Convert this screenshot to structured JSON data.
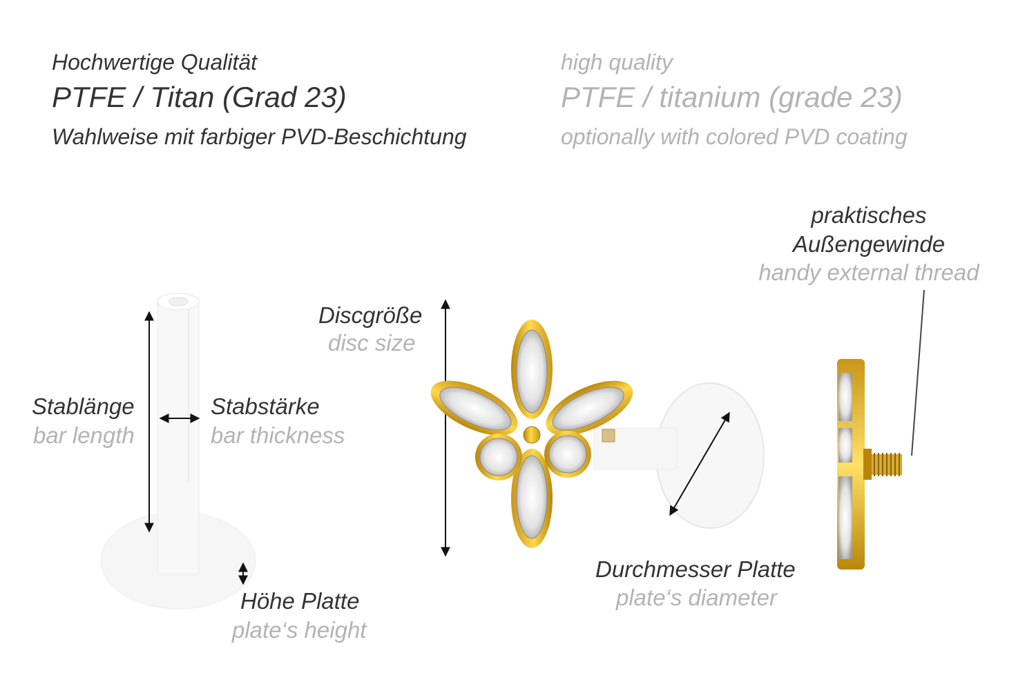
{
  "header": {
    "de": {
      "quality": "Hochwertige Qualität",
      "material": "PTFE / Titan (Grad 23)",
      "coating": "Wahlweise mit farbiger PVD-Beschichtung"
    },
    "en": {
      "quality": "high quality",
      "material": "PTFE / titanium (grade 23)",
      "coating": "optionally with colored PVD coating"
    }
  },
  "labels": {
    "bar_length": {
      "de": "Stablänge",
      "en": "bar length"
    },
    "bar_thickness": {
      "de": "Stabstärke",
      "en": "bar thickness"
    },
    "plate_height": {
      "de": "Höhe Platte",
      "en": "plate‘s height"
    },
    "disc_size": {
      "de": "Discgröße",
      "en": "disc size"
    },
    "plate_diameter": {
      "de": "Durchmesser Platte",
      "en": "plate‘s diameter"
    },
    "thread": {
      "de_line1": "praktisches",
      "de_line2": "Außengewinde",
      "en": "handy external thread"
    }
  },
  "colors": {
    "german_text": "#333333",
    "english_text": "#b3b3b3",
    "gold": "#e8b923",
    "ptfe": "#f7f7f7"
  }
}
